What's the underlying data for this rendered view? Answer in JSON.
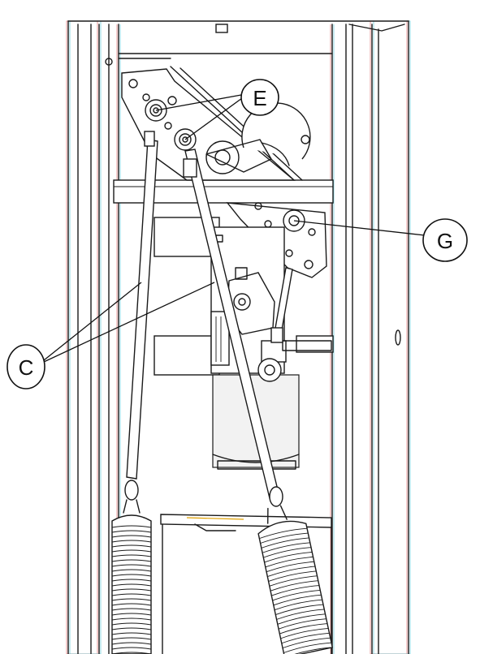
{
  "labels": {
    "e": "E",
    "g": "G",
    "c": "C"
  },
  "colors": {
    "line": "#1a1a1a",
    "ghost_red": "#d63a3a",
    "ghost_cyan": "#2ab7c9",
    "background": "#ffffff"
  }
}
